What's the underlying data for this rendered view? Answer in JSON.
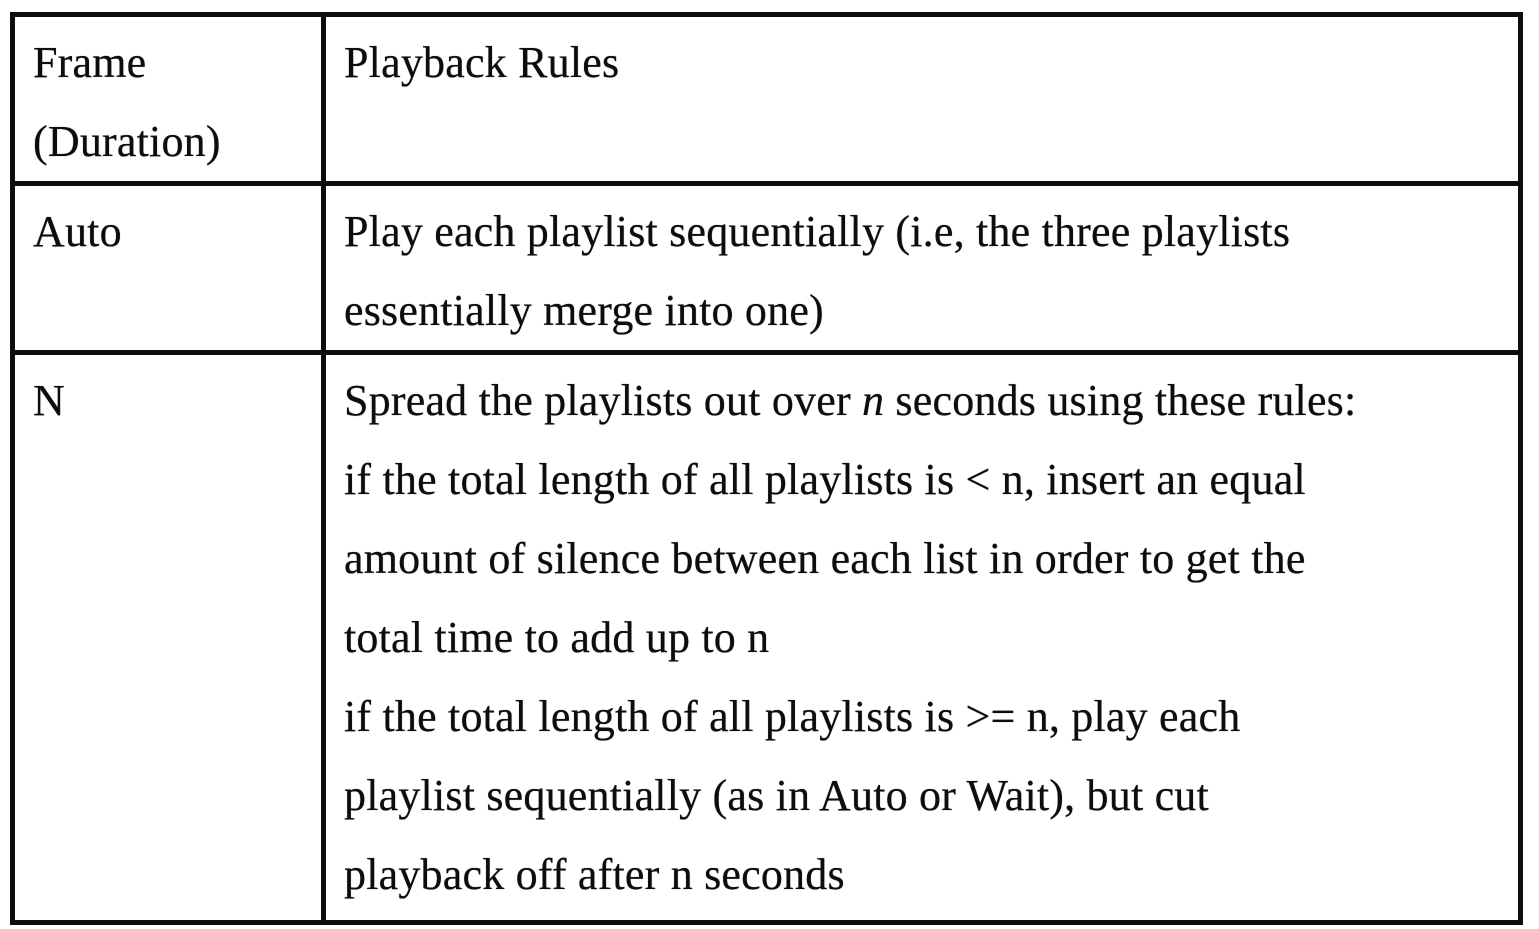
{
  "document": {
    "table": {
      "header": {
        "frame_line1": "Frame",
        "frame_line2": "(Duration)",
        "rules_label": "Playback Rules"
      },
      "row_auto": {
        "frame_label": "Auto",
        "rule_lines": [
          "Play each playlist sequentially (i.e, the three playlists",
          "essentially merge into one)"
        ]
      },
      "row_n": {
        "frame_label": "N",
        "rule_line1": {
          "pre": "Spread the playlists out over ",
          "italic": "n",
          "post": " seconds using these rules:"
        },
        "rule_lines_rest": [
          "if the total length of all playlists is < n, insert an equal",
          "amount of silence between each list in order to get the",
          "total time to add up to n",
          "if the total length of all playlists is >= n, play each",
          "playlist sequentially (as in Auto or Wait), but cut",
          "playback off after n seconds"
        ]
      }
    },
    "colors": {
      "text": "#0d0d0d",
      "border": "#0d0d0d",
      "background": "#ffffff"
    }
  }
}
